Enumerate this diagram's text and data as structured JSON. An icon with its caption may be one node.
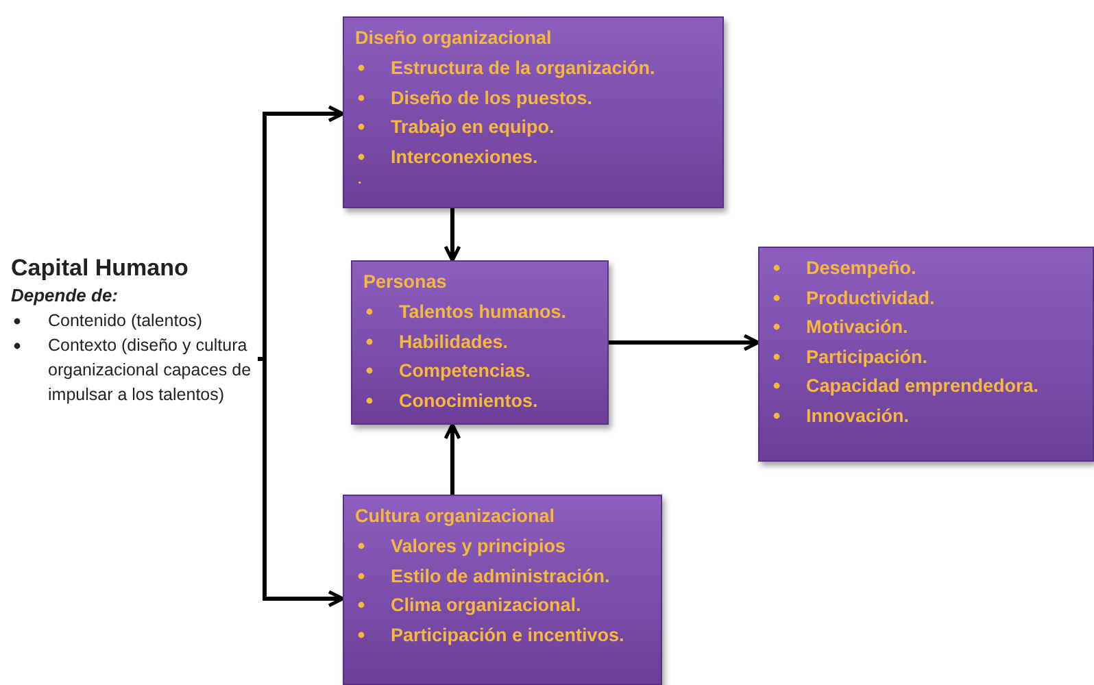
{
  "diagram": {
    "nodes": [
      {
        "text": [
          "Capital Humano",
          "Depende de:",
          "Contenido (talentos)",
          "Contexto (diseño y cultura organizacional capaces de impulsar a los talentos)"
        ]
      },
      {
        "text": [
          "Diseño organizacional",
          "Estructura de la organización.",
          "Diseño de los puestos.",
          "Trabajo en equipo.",
          "Interconexiones.",
          "."
        ]
      },
      {
        "text": [
          "Personas",
          "Talentos humanos.",
          "Habilidades.",
          "Competencias.",
          "Conocimientos."
        ]
      },
      {
        "text": [
          "Desempeño.",
          "Productividad.",
          "Motivación.",
          "Participación.",
          "Capacidad emprendedora.",
          "Innovación."
        ]
      },
      {
        "text": [
          "Cultura organizacional",
          "Valores y principios",
          "Estilo de administración.",
          "Clima organizacional.",
          "Participación e incentivos."
        ]
      }
    ],
    "edges": [
      {
        "from": 0,
        "to": 1,
        "arrow": "to"
      },
      {
        "from": 0,
        "to": 4,
        "arrow": "to"
      },
      {
        "from": 1,
        "to": 2,
        "arrow": "to"
      },
      {
        "from": 4,
        "to": 2,
        "arrow": "to"
      },
      {
        "from": 2,
        "to": 3,
        "arrow": "to"
      }
    ]
  }
}
